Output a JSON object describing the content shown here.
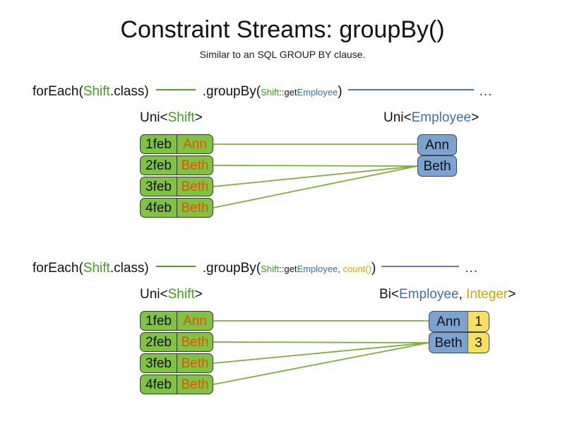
{
  "header": {
    "title": "Constraint Streams: groupBy()",
    "subtitle": "Similar to an SQL GROUP BY clause."
  },
  "colors": {
    "shift_green": "#80c342",
    "shift_name_orange": "#e8500a",
    "employee_blue": "#7ba3d0",
    "count_yellow": "#f7e05e",
    "token_green": "#3f9c1e",
    "token_blue": "#3d6fb4",
    "token_gold": "#d2a40a",
    "line_green": "#5a9e20",
    "line_blue": "#4a72b5",
    "line_purple": "#8b6fa8"
  },
  "sections": [
    {
      "id": "groupby-single",
      "code": {
        "for_each_prefix": "forEach(",
        "for_each_type": "Shift",
        "for_each_suffix": ".class)",
        "group_by_prefix": ".groupBy(",
        "mapper_type": "Shift",
        "mapper_sep": "::get",
        "mapper_prop": "Employee",
        "group_by_suffix": ")",
        "ellipsis": "..."
      },
      "left_label": {
        "container": "Uni<",
        "generic": "Shift",
        "close": ">"
      },
      "right_label": {
        "container": "Uni<",
        "generic": "Employee",
        "close": ">"
      },
      "left_rows": [
        {
          "date": "1feb",
          "name": "Ann"
        },
        {
          "date": "2feb",
          "name": "Beth"
        },
        {
          "date": "3feb",
          "name": "Beth"
        },
        {
          "date": "4feb",
          "name": "Beth"
        }
      ],
      "right_rows": [
        {
          "employee": "Ann"
        },
        {
          "employee": "Beth"
        }
      ],
      "links": [
        {
          "from": 0,
          "to": 0
        },
        {
          "from": 1,
          "to": 1
        },
        {
          "from": 2,
          "to": 1
        },
        {
          "from": 3,
          "to": 1
        }
      ]
    },
    {
      "id": "groupby-count",
      "code": {
        "for_each_prefix": "forEach(",
        "for_each_type": "Shift",
        "for_each_suffix": ".class)",
        "group_by_prefix": ".groupBy(",
        "mapper_type": "Shift",
        "mapper_sep": "::get",
        "mapper_prop": "Employee",
        "collector_sep": ", ",
        "collector": "count()",
        "group_by_suffix": ")",
        "ellipsis": "..."
      },
      "left_label": {
        "container": "Uni<",
        "generic": "Shift",
        "close": ">"
      },
      "right_label": {
        "container": "Bi<",
        "generic": "Employee",
        "sep": ", ",
        "generic2": "Integer",
        "close": ">"
      },
      "left_rows": [
        {
          "date": "1feb",
          "name": "Ann"
        },
        {
          "date": "2feb",
          "name": "Beth"
        },
        {
          "date": "3feb",
          "name": "Beth"
        },
        {
          "date": "4feb",
          "name": "Beth"
        }
      ],
      "right_rows": [
        {
          "employee": "Ann",
          "count": "1"
        },
        {
          "employee": "Beth",
          "count": "3"
        }
      ],
      "links": [
        {
          "from": 0,
          "to": 0
        },
        {
          "from": 1,
          "to": 1
        },
        {
          "from": 2,
          "to": 1
        },
        {
          "from": 3,
          "to": 1
        }
      ]
    }
  ]
}
